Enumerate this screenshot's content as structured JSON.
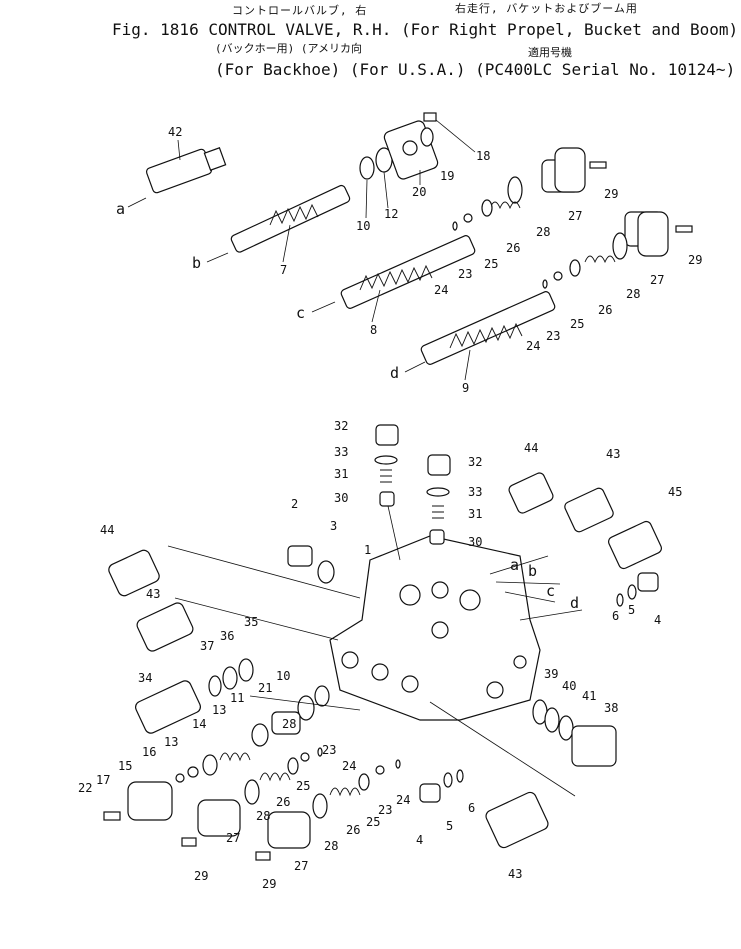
{
  "header": {
    "line1_jp": "コントロールバルブ, 右",
    "line1_jp_right": "右走行, バケットおよびブーム用",
    "fig_number": "Fig. 1816",
    "title": "CONTROL VALVE, R.H.",
    "scope": "(For Right Propel, Bucket and Boom)",
    "backhoe_jp": "(バックホー用)",
    "usa_jp": "(アメリカ向",
    "serial_jp": "適用号機",
    "backhoe": "(For Backhoe)",
    "usa": "(For U.S.A.)",
    "serial": "(PC400LC Serial No. 10124~)"
  },
  "callouts": {
    "n42": "42",
    "n7": "7",
    "n8": "8",
    "n9": "9",
    "n10": "10",
    "n12": "12",
    "n18": "18",
    "n19": "19",
    "n20": "20",
    "n27": "27",
    "n29": "29",
    "n23": "23",
    "n24": "24",
    "n25": "25",
    "n26": "26",
    "n28": "28",
    "n32": "32",
    "n33": "33",
    "n31": "31",
    "n30": "30",
    "n44": "44",
    "n43": "43",
    "n45": "45",
    "n2": "2",
    "n3": "3",
    "n1": "1",
    "n6": "6",
    "n5": "5",
    "n4": "4",
    "n37": "37",
    "n36": "36",
    "n35": "35",
    "n34": "34",
    "n11": "11",
    "n13": "13",
    "n14": "14",
    "n16": "16",
    "n15": "15",
    "n17": "17",
    "n22": "22",
    "n21": "21",
    "n39": "39",
    "n40": "40",
    "n41": "41",
    "n38": "38"
  },
  "port_letters": {
    "a": "a",
    "b": "b",
    "c": "c",
    "d": "d"
  }
}
